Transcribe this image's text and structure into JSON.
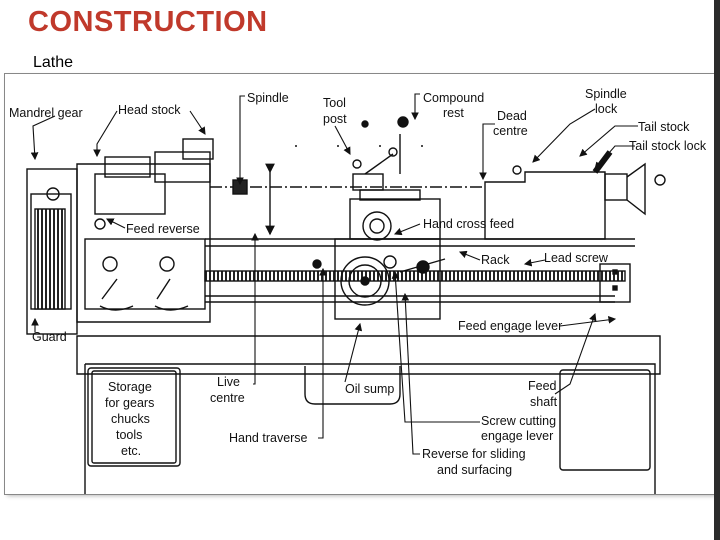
{
  "slide": {
    "title": "CONSTRUCTION",
    "subtitle": "Lathe",
    "accent_color": "#c0392b"
  },
  "diagram": {
    "labels": {
      "mandrel_gear": "Mandrel gear",
      "head_stock": "Head stock",
      "spindle": "Spindle",
      "tool_post": [
        "Tool",
        "post"
      ],
      "compound_rest": [
        "Compound",
        "rest"
      ],
      "dead_centre": [
        "Dead",
        "centre"
      ],
      "spindle_lock": [
        "Spindle",
        "lock"
      ],
      "tail_stock": "Tail stock",
      "tail_stock_lock": "Tail stock lock",
      "feed_reverse": "Feed reverse",
      "hand_cross_feed": "Hand cross feed",
      "rack": "Rack",
      "lead_screw": "Lead screw",
      "guard": "Guard",
      "feed_engage_lever": "Feed engage lever",
      "storage": [
        "Storage",
        "for gears",
        "chucks",
        "tools",
        "etc."
      ],
      "live_centre": [
        "Live",
        "centre"
      ],
      "oil_sump": "Oil sump",
      "feed_shaft": [
        "Feed",
        "shaft"
      ],
      "hand_traverse": "Hand traverse",
      "screw_cutting_engage_lever": [
        "Screw cutting",
        "engage lever"
      ],
      "reverse_sliding_surfacing": [
        "Reverse for sliding",
        "and surfacing"
      ]
    }
  }
}
